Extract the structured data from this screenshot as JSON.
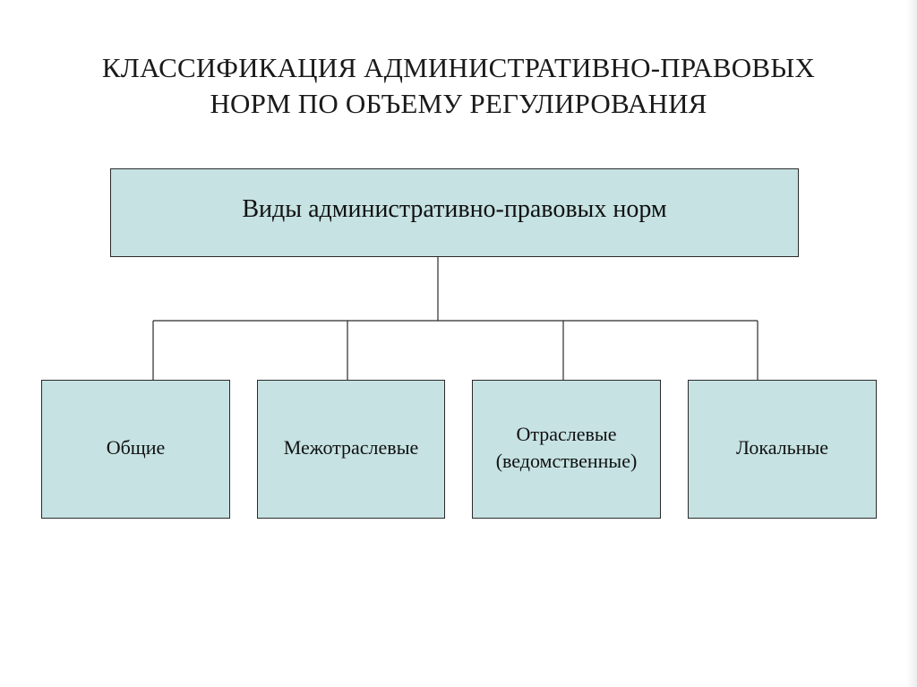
{
  "title": {
    "line1": "КЛАССИФИКАЦИЯ АДМИНИСТРАТИВНО-ПРАВОВЫХ",
    "line2": "НОРМ ПО ОБЪЕМУ РЕГУЛИРОВАНИЯ"
  },
  "diagram": {
    "root": "Виды административно-правовых норм",
    "children": [
      "Общие",
      "Межотраслевые",
      "Отраслевые\n(ведомственные)",
      "Локальные"
    ]
  },
  "colors": {
    "box_fill": "#c6e2e3",
    "border": "#2a2a2a"
  }
}
